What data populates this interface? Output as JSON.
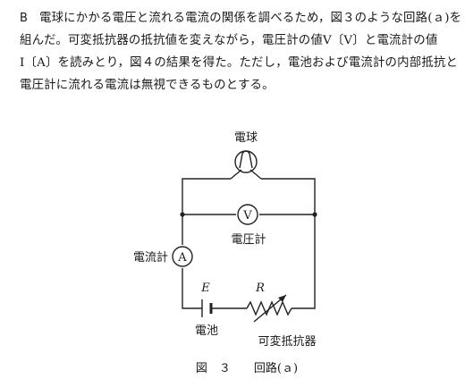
{
  "problem": {
    "label": "B",
    "lines": [
      "電球にかかる電圧と流れる電流の関係を調べるため，図３のような回路(ａ)を",
      "組んだ。可変抵抗器の抵抗値を変えながら，電圧計の値V〔V〕と電流計の値",
      "I〔A〕を読みとり，図４の結果を得た。ただし，電池および電流計の内部抵抗と",
      "電圧計に流れる電流は無視できるものとする。"
    ]
  },
  "figure": {
    "bulb_label": "電球",
    "voltmeter_symbol": "V",
    "voltmeter_label": "電圧計",
    "ammeter_symbol": "A",
    "ammeter_label": "電流計",
    "battery_symbol": "E",
    "battery_label": "電池",
    "resistor_symbol": "R",
    "resistor_label": "可変抵抗器",
    "caption": "図　３　　回路(ａ)"
  }
}
